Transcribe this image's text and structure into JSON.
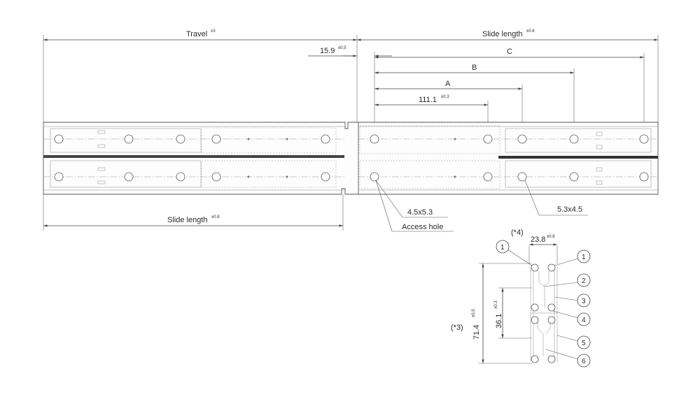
{
  "dimensions": {
    "travel": {
      "label": "Travel",
      "tolerance": "±3"
    },
    "slide_length_top": {
      "label": "Slide length",
      "tolerance": "±0.8"
    },
    "slide_length_bottom": {
      "label": "Slide length",
      "tolerance": "±0.8"
    },
    "offset": {
      "label": "15.9",
      "tolerance": "±0.5"
    },
    "c": {
      "label": "C"
    },
    "b": {
      "label": "B"
    },
    "a": {
      "label": "A"
    },
    "pitch": {
      "label": "111.1",
      "tolerance": "±0.3"
    }
  },
  "callouts": {
    "hole_left": "4.5x5.3",
    "access_hole": "Access hole",
    "hole_right": "5.3x4.5"
  },
  "section": {
    "note_width": "(*4)",
    "note_height": "(*3)",
    "width": {
      "label": "23.8",
      "tolerance": "±0.8"
    },
    "height": {
      "label": "71.4",
      "tolerance": "±0.5"
    },
    "inner": {
      "label": "36.1",
      "tolerance": "±0.3"
    },
    "parts": [
      "1",
      "1",
      "2",
      "3",
      "4",
      "5",
      "6"
    ]
  }
}
